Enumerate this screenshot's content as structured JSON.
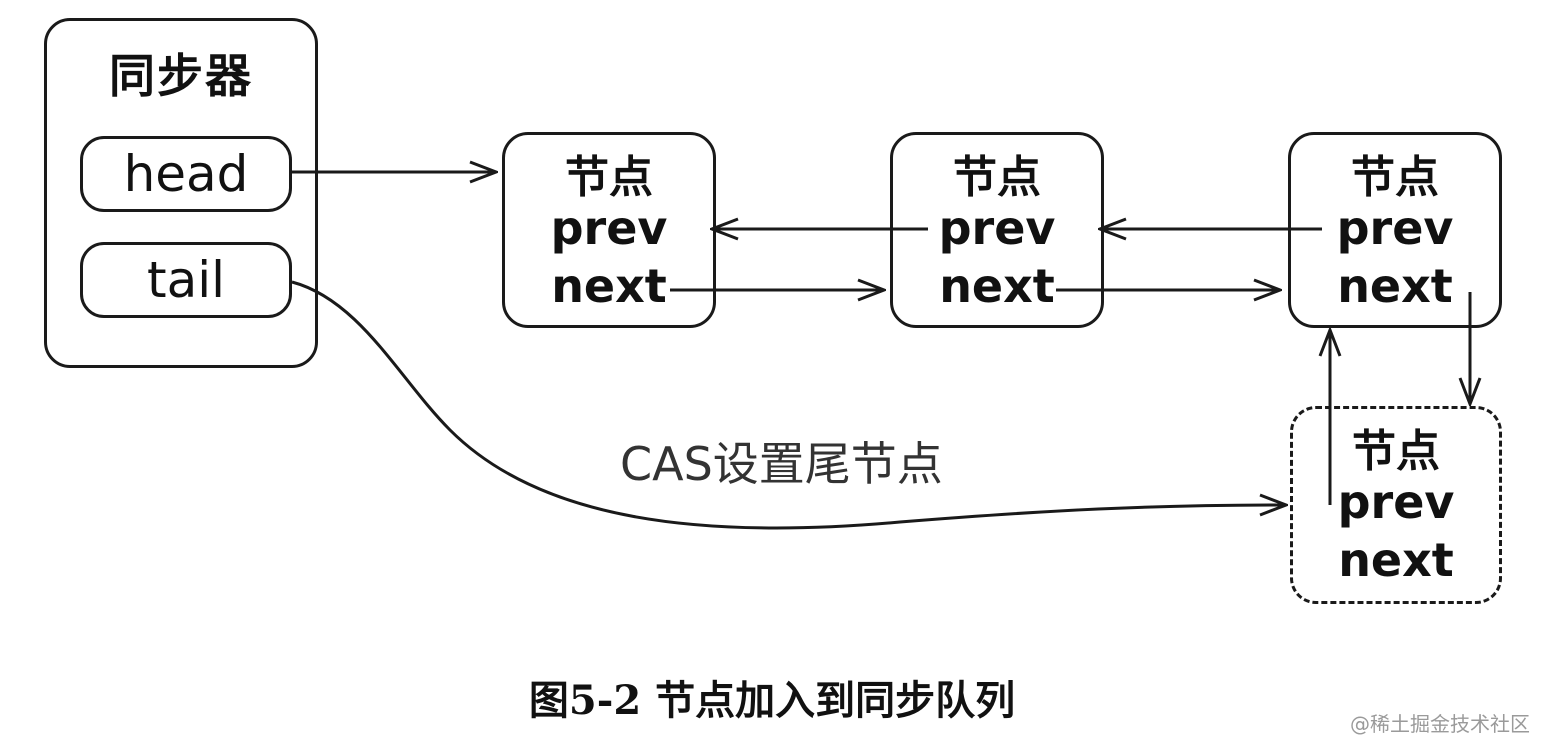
{
  "synchronizer": {
    "title": "同步器",
    "head_label": "head",
    "tail_label": "tail"
  },
  "nodes": [
    {
      "title": "节点",
      "prev": "prev",
      "next": "next"
    },
    {
      "title": "节点",
      "prev": "prev",
      "next": "next"
    },
    {
      "title": "节点",
      "prev": "prev",
      "next": "next"
    },
    {
      "title": "节点",
      "prev": "prev",
      "next": "next",
      "style": "dashed"
    }
  ],
  "edge_label": "CAS设置尾节点",
  "caption": "图5-2 节点加入到同步队列",
  "watermark": "@稀土掘金技术社区",
  "colors": {
    "stroke": "#1a1a1a",
    "background": "#ffffff",
    "watermark": "#9a9a9a"
  }
}
